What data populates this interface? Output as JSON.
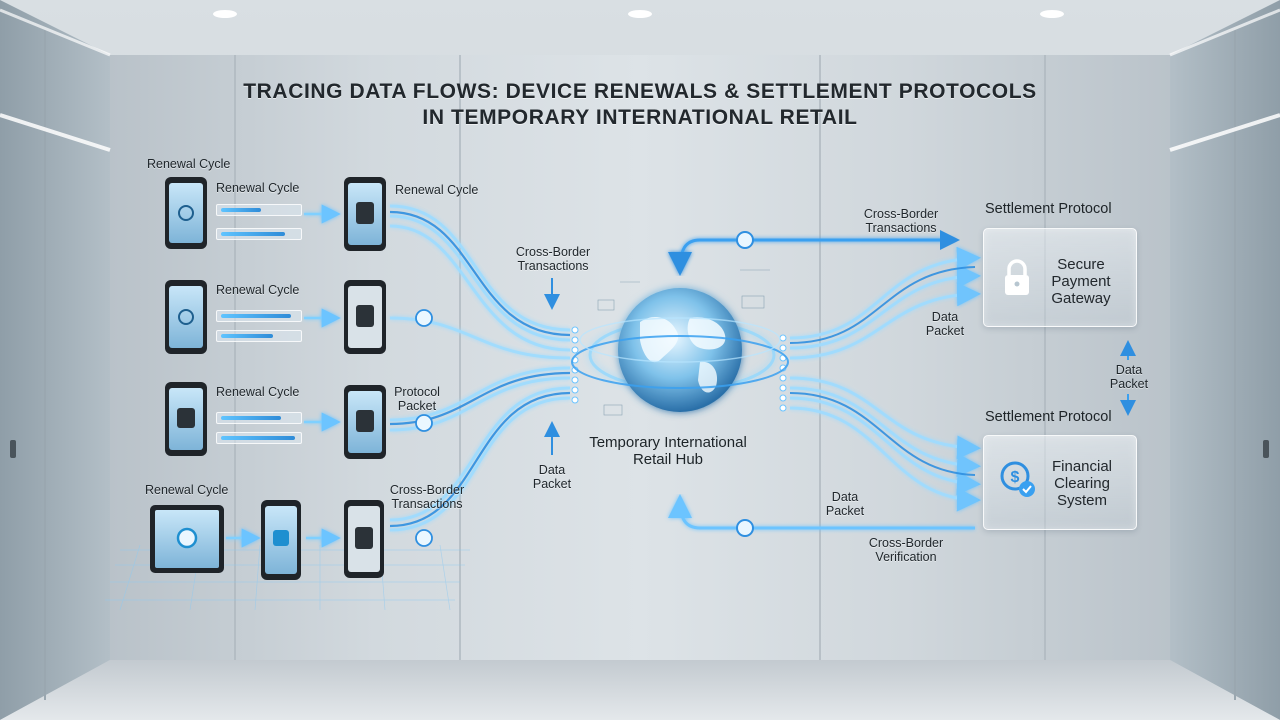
{
  "title": {
    "line1": "TRACING DATA FLOWS: DEVICE RENEWALS & SETTLEMENT PROTOCOLS",
    "line2": "IN TEMPORARY INTERNATIONAL RETAIL"
  },
  "left_flow": {
    "rows": [
      {
        "label": "Renewal Cycle",
        "second_label": "Renewal Cycle",
        "third_label": "Renewal Cycle"
      },
      {
        "label": "Renewal Cycle"
      },
      {
        "label": "Renewal Cycle",
        "second_label": "Protocol Packet"
      },
      {
        "label": "Renewal Cycle",
        "second_label": "Cross-Border Transactions"
      }
    ],
    "annotations": {
      "top": "Cross-Border Transactions",
      "bottom": "Data Packet"
    }
  },
  "hub": {
    "label": "Temporary International Retail Hub",
    "icon": "globe-icon"
  },
  "right_flow": {
    "top_arrow_label": "Cross-Border Transactions",
    "mid_label": "Data Packet",
    "vertical_label": "Data Packet",
    "bottom_label": "Data Packet",
    "bottom_arrow_label": "Cross-Border Verification"
  },
  "settlement": [
    {
      "heading": "Settlement Protocol",
      "name": "Secure Payment Gateway",
      "icon": "lock-icon"
    },
    {
      "heading": "Settlement Protocol",
      "name": "Financial Clearing System",
      "icon": "dollar-check-icon"
    }
  ],
  "colors": {
    "flow_blue": "#3fa9f5",
    "flow_glow": "#8fd8ff",
    "panel_border": "#ffffff",
    "wall": "#c9d1d7"
  }
}
